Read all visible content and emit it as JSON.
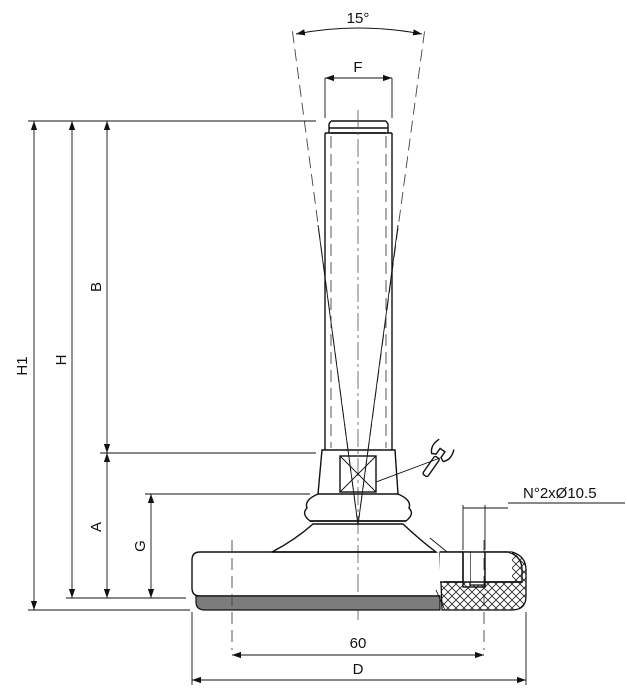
{
  "drawing": {
    "angle_label": "15°",
    "dimensions": {
      "F": "F",
      "B": "B",
      "H1": "H1",
      "H": "H",
      "A": "A",
      "G": "G",
      "hole_spacing": "60",
      "D": "D",
      "holes": "N°2xØ10.5"
    },
    "icons": [
      "wrench-icon"
    ]
  }
}
